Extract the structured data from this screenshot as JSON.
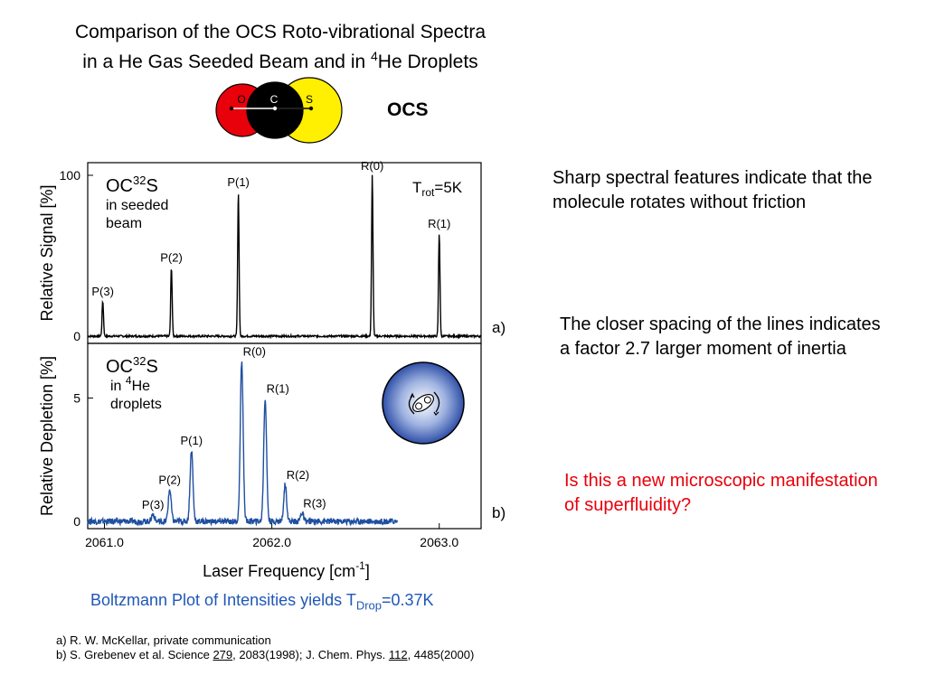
{
  "title": {
    "line1": "Comparison of the OCS Roto-vibrational Spectra",
    "line2_a": "in a He Gas Seeded Beam and in ",
    "line2_sup": "4",
    "line2_b": "He Droplets"
  },
  "molecule": {
    "label": "OCS",
    "atoms": [
      "O",
      "C",
      "S"
    ],
    "colors": {
      "O": "#e8000b",
      "C": "#000000",
      "S": "#ffef00"
    }
  },
  "notes": {
    "sharp": "Sharp spectral features indicate that the molecule rotates without friction",
    "spacing": "The closer spacing of the lines indicates a factor 2.7 larger moment of inertia",
    "question": "Is this a new microscopic manifestation of superfluidity?"
  },
  "boltzmann": {
    "prefix": "Boltzmann Plot of Intensities yields T",
    "sub": "Drop",
    "suffix": "=0.37K"
  },
  "refs": {
    "a": "a) R. W. McKellar, private communication",
    "b1": "b) S. Grebenev et al. Science ",
    "b_vol1": "279",
    "b2": ", 2083(1998); J. Chem. Phys. ",
    "b_vol2": "112",
    "b3": ", 4485(2000)"
  },
  "chart_data": [
    {
      "type": "line",
      "panel_label": "a)",
      "ylabel": "Relative Signal [%]",
      "ylim": [
        0,
        100
      ],
      "yticks": [
        "0",
        "100"
      ],
      "xlim": [
        2060.9,
        2063.25
      ],
      "legend_line1": "OC",
      "legend_sup": "32",
      "legend_line1b": "S",
      "legend_line2": "in seeded",
      "legend_line3": "beam",
      "temp_prefix": "T",
      "temp_sub": "rot",
      "temp_suffix": "=5K",
      "color": "#000000",
      "peaks": [
        {
          "label": "P(3)",
          "x": 2060.99,
          "y": 22
        },
        {
          "label": "P(2)",
          "x": 2061.4,
          "y": 43
        },
        {
          "label": "P(1)",
          "x": 2061.8,
          "y": 90
        },
        {
          "label": "R(0)",
          "x": 2062.6,
          "y": 100
        },
        {
          "label": "R(1)",
          "x": 2063.0,
          "y": 64
        }
      ]
    },
    {
      "type": "line",
      "panel_label": "b)",
      "ylabel": "Relative Depletion [%]",
      "xlabel": "Laser Frequency [cm-1]",
      "xlabel_main": "Laser Frequency [cm",
      "xlabel_sup": "-1",
      "xlabel_end": "]",
      "ylim": [
        0,
        6.7
      ],
      "yticks": [
        "0",
        "5"
      ],
      "xlim": [
        2060.9,
        2063.25
      ],
      "xticks": [
        "2061.0",
        "2062.0",
        "2063.0"
      ],
      "xtick_values": [
        2061.0,
        2062.0,
        2063.0
      ],
      "legend_line1": "OC",
      "legend_sup": "32",
      "legend_line1b": "S",
      "legend_line2a": "in ",
      "legend_line2sup": "4",
      "legend_line2b": "He",
      "legend_line3": "droplets",
      "color": "#1f4fa0",
      "peaks": [
        {
          "label": "P(3)",
          "x": 2061.29,
          "y": 0.3
        },
        {
          "label": "P(2)",
          "x": 2061.39,
          "y": 1.3
        },
        {
          "label": "P(1)",
          "x": 2061.52,
          "y": 2.9
        },
        {
          "label": "R(0)",
          "x": 2061.82,
          "y": 6.5
        },
        {
          "label": "R(1)",
          "x": 2061.96,
          "y": 5.0
        },
        {
          "label": "R(2)",
          "x": 2062.08,
          "y": 1.5
        },
        {
          "label": "R(3)",
          "x": 2062.18,
          "y": 0.35
        }
      ]
    }
  ]
}
